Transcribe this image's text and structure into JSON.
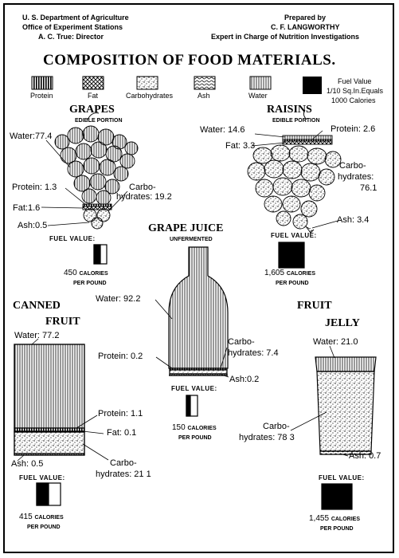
{
  "header": {
    "left": [
      "U. S. Department of Agriculture",
      "Office of Experiment Stations",
      "A. C. True: Director"
    ],
    "right": [
      "Prepared by",
      "C. F. LANGWORTHY",
      "Expert in Charge of Nutrition Investigations"
    ]
  },
  "title": "COMPOSITION OF FOOD MATERIALS.",
  "legend": {
    "items": [
      "Protein",
      "Fat",
      "Carbohydrates",
      "Ash",
      "Water"
    ],
    "fuel_note": [
      "Fuel Value",
      "1/10 Sq.In.Equals",
      "1000 Calories"
    ]
  },
  "fuel_label": "FUEL VALUE:",
  "calories_unit": "CALORIES",
  "per_pound": "PER POUND",
  "foods": {
    "grapes": {
      "title": "GRAPES",
      "subtitle": "EDIBLE PORTION",
      "labels": [
        "Water:77.4",
        "Protein: 1.3",
        "Fat:1.6",
        "Ash:0.5",
        "Carbo-",
        "hydrates: 19.2"
      ],
      "calories": "450",
      "composition": {
        "water": 77.4,
        "protein": 1.3,
        "fat": 1.6,
        "carbohydrates": 19.2,
        "ash": 0.5
      }
    },
    "raisins": {
      "title": "RAISINS",
      "subtitle": "EDIBLE PORTION",
      "labels": [
        "Water: 14.6",
        "Protein: 2.6",
        "Fat: 3.3",
        "Carbo-",
        "hydrates:",
        "76.1",
        "Ash: 3.4"
      ],
      "calories": "1,605",
      "composition": {
        "water": 14.6,
        "protein": 2.6,
        "fat": 3.3,
        "carbohydrates": 76.1,
        "ash": 3.4
      }
    },
    "grape_juice": {
      "title": "GRAPE JUICE",
      "subtitle": "UNFERMENTED",
      "labels": [
        "Water: 92.2",
        "Protein: 0.2",
        "Carbo-",
        "hydrates: 7.4",
        "Ash:0.2"
      ],
      "calories": "150",
      "composition": {
        "water": 92.2,
        "protein": 0.2,
        "carbohydrates": 7.4,
        "ash": 0.2
      }
    },
    "canned_fruit": {
      "title_lines": [
        "CANNED",
        "FRUIT"
      ],
      "labels": [
        "Water: 77.2",
        "Protein: 1.1",
        "Fat: 0.1",
        "Ash: 0.5",
        "Carbo-",
        "hydrates: 21 1"
      ],
      "calories": "415",
      "composition": {
        "water": 77.2,
        "protein": 1.1,
        "fat": 0.1,
        "carbohydrates": 21.1,
        "ash": 0.5
      }
    },
    "fruit_jelly": {
      "title_lines": [
        "FRUIT",
        "JELLY"
      ],
      "labels": [
        "Water: 21.0",
        "Carbo-",
        "hydrates: 78 3",
        "Ash: 0.7"
      ],
      "calories": "1,455",
      "composition": {
        "water": 21.0,
        "carbohydrates": 78.3,
        "ash": 0.7
      }
    }
  }
}
